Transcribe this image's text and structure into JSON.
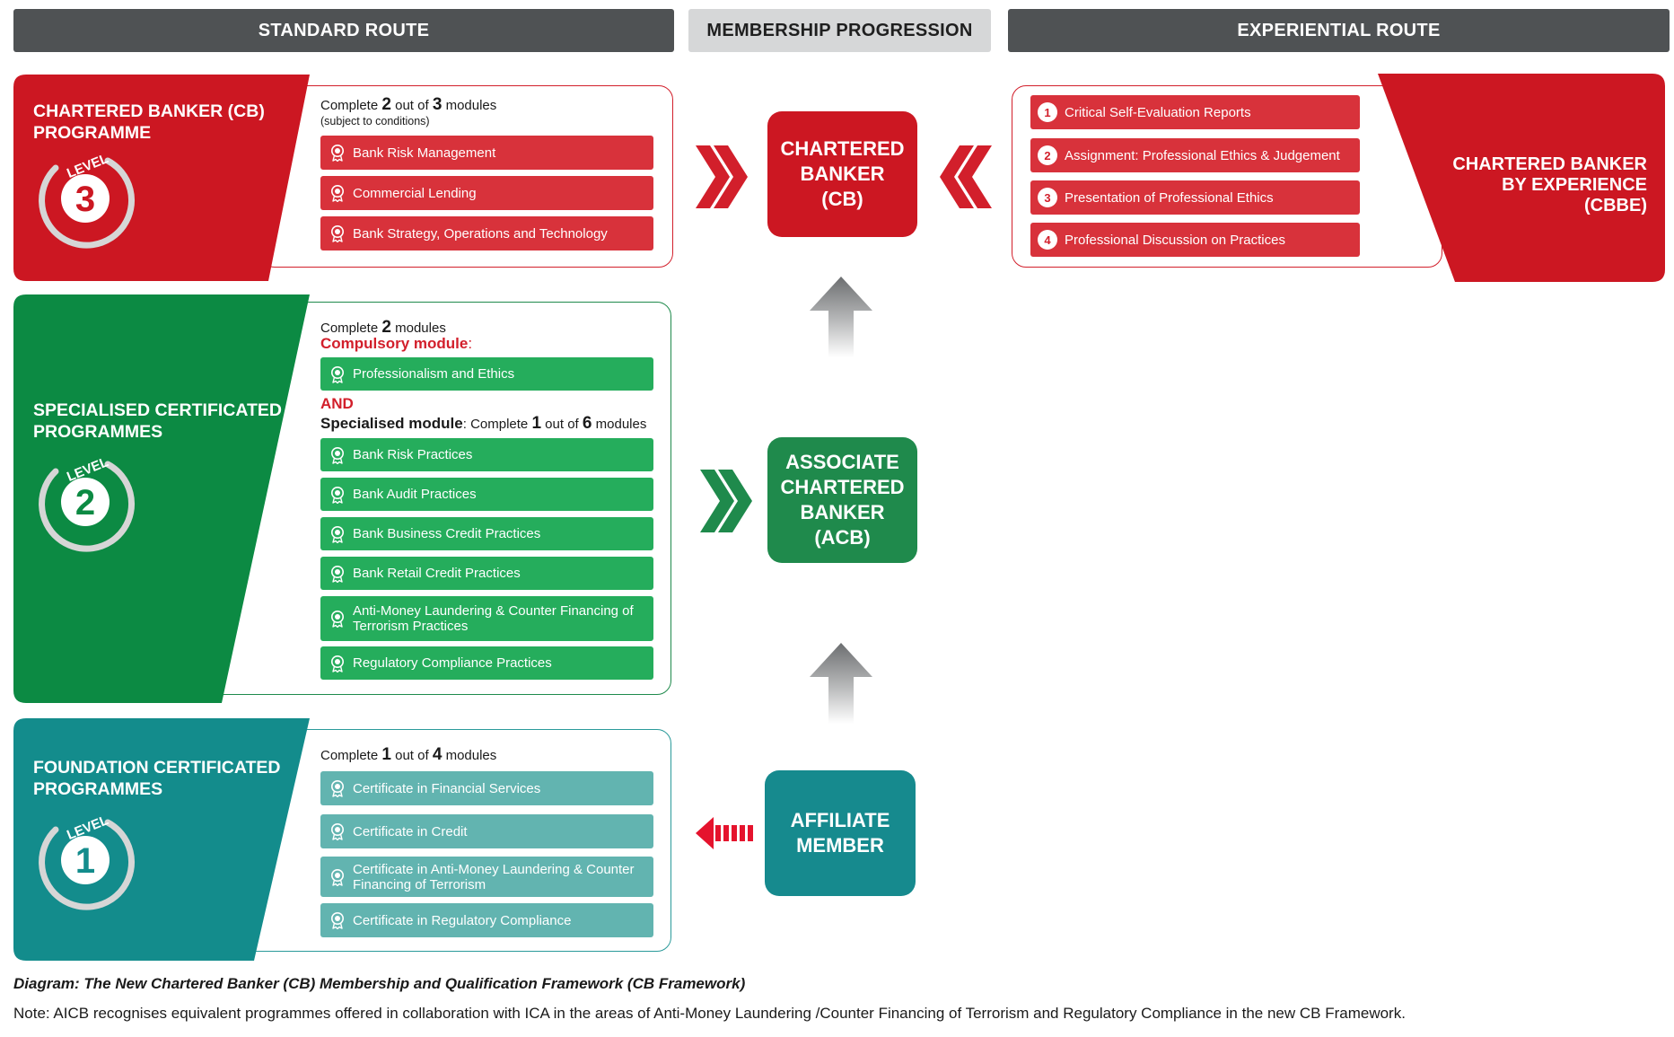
{
  "headers": {
    "standard": "STANDARD ROUTE",
    "membership": "MEMBERSHIP PROGRESSION",
    "experiential": "EXPERIENTIAL ROUTE"
  },
  "level_word": "LEVEL",
  "level3": {
    "title_line1": "CHARTERED BANKER (CB)",
    "title_line2": "PROGRAMME",
    "number": "3",
    "req_prefix": "Complete ",
    "req_n": "2",
    "req_mid": " out of ",
    "req_total": "3",
    "req_suffix": " modules",
    "req_note": "(subject to conditions)",
    "modules": [
      "Bank Risk Management",
      "Commercial Lending",
      "Bank Strategy, Operations and Technology"
    ]
  },
  "level2": {
    "title_line1": "SPECIALISED CERTIFICATED",
    "title_line2": "PROGRAMMES",
    "number": "2",
    "req_prefix": "Complete ",
    "req_n": "2",
    "req_suffix": " modules",
    "compulsory_label": "Compulsory module",
    "compulsory_colon": ":",
    "compulsory_module": "Professionalism and Ethics",
    "and_label": "AND",
    "specialised_label": "Specialised module",
    "spec_prefix": ": Complete ",
    "spec_n": "1",
    "spec_mid": " out of ",
    "spec_total": "6",
    "spec_suffix": " modules",
    "modules": [
      "Bank Risk Practices",
      "Bank Audit Practices",
      "Bank Business Credit Practices",
      "Bank Retail Credit Practices",
      "Anti-Money Laundering & Counter Financing of Terrorism Practices",
      "Regulatory Compliance Practices"
    ]
  },
  "level1": {
    "title_line1": "FOUNDATION CERTIFICATED",
    "title_line2": "PROGRAMMES",
    "number": "1",
    "req_prefix": "Complete ",
    "req_n": "1",
    "req_mid": " out of ",
    "req_total": "4",
    "req_suffix": " modules",
    "modules": [
      "Certificate in Financial Services",
      "Certificate in Credit",
      "Certificate in Anti-Money Laundering & Counter Financing of Terrorism",
      "Certificate in Regulatory Compliance"
    ]
  },
  "membership": {
    "cb": [
      "CHARTERED",
      "BANKER",
      "(CB)"
    ],
    "acb": [
      "ASSOCIATE",
      "CHARTERED",
      "BANKER",
      "(ACB)"
    ],
    "affiliate": [
      "AFFILIATE",
      "MEMBER"
    ]
  },
  "experiential": {
    "title": [
      "CHARTERED BANKER",
      "BY EXPERIENCE",
      "(CBBE)"
    ],
    "items": [
      {
        "n": "1",
        "label": "Critical Self-Evaluation Reports"
      },
      {
        "n": "2",
        "label": "Assignment: Professional Ethics & Judgement"
      },
      {
        "n": "3",
        "label": "Presentation of Professional Ethics"
      },
      {
        "n": "4",
        "label": "Professional Discussion on Practices"
      }
    ]
  },
  "caption": "Diagram: The New Chartered Banker (CB) Membership and Qualification Framework (CB Framework)",
  "note": "Note: AICB recognises equivalent programmes offered in collaboration with ICA in the areas of Anti-Money Laundering /Counter Financing of Terrorism and Regulatory Compliance in the new CB Framework.",
  "colors": {
    "red": "#cc1722",
    "green": "#1f8a4c",
    "teal": "#168a8e",
    "header_dark": "#4f5254",
    "header_light": "#d6d7d8"
  }
}
